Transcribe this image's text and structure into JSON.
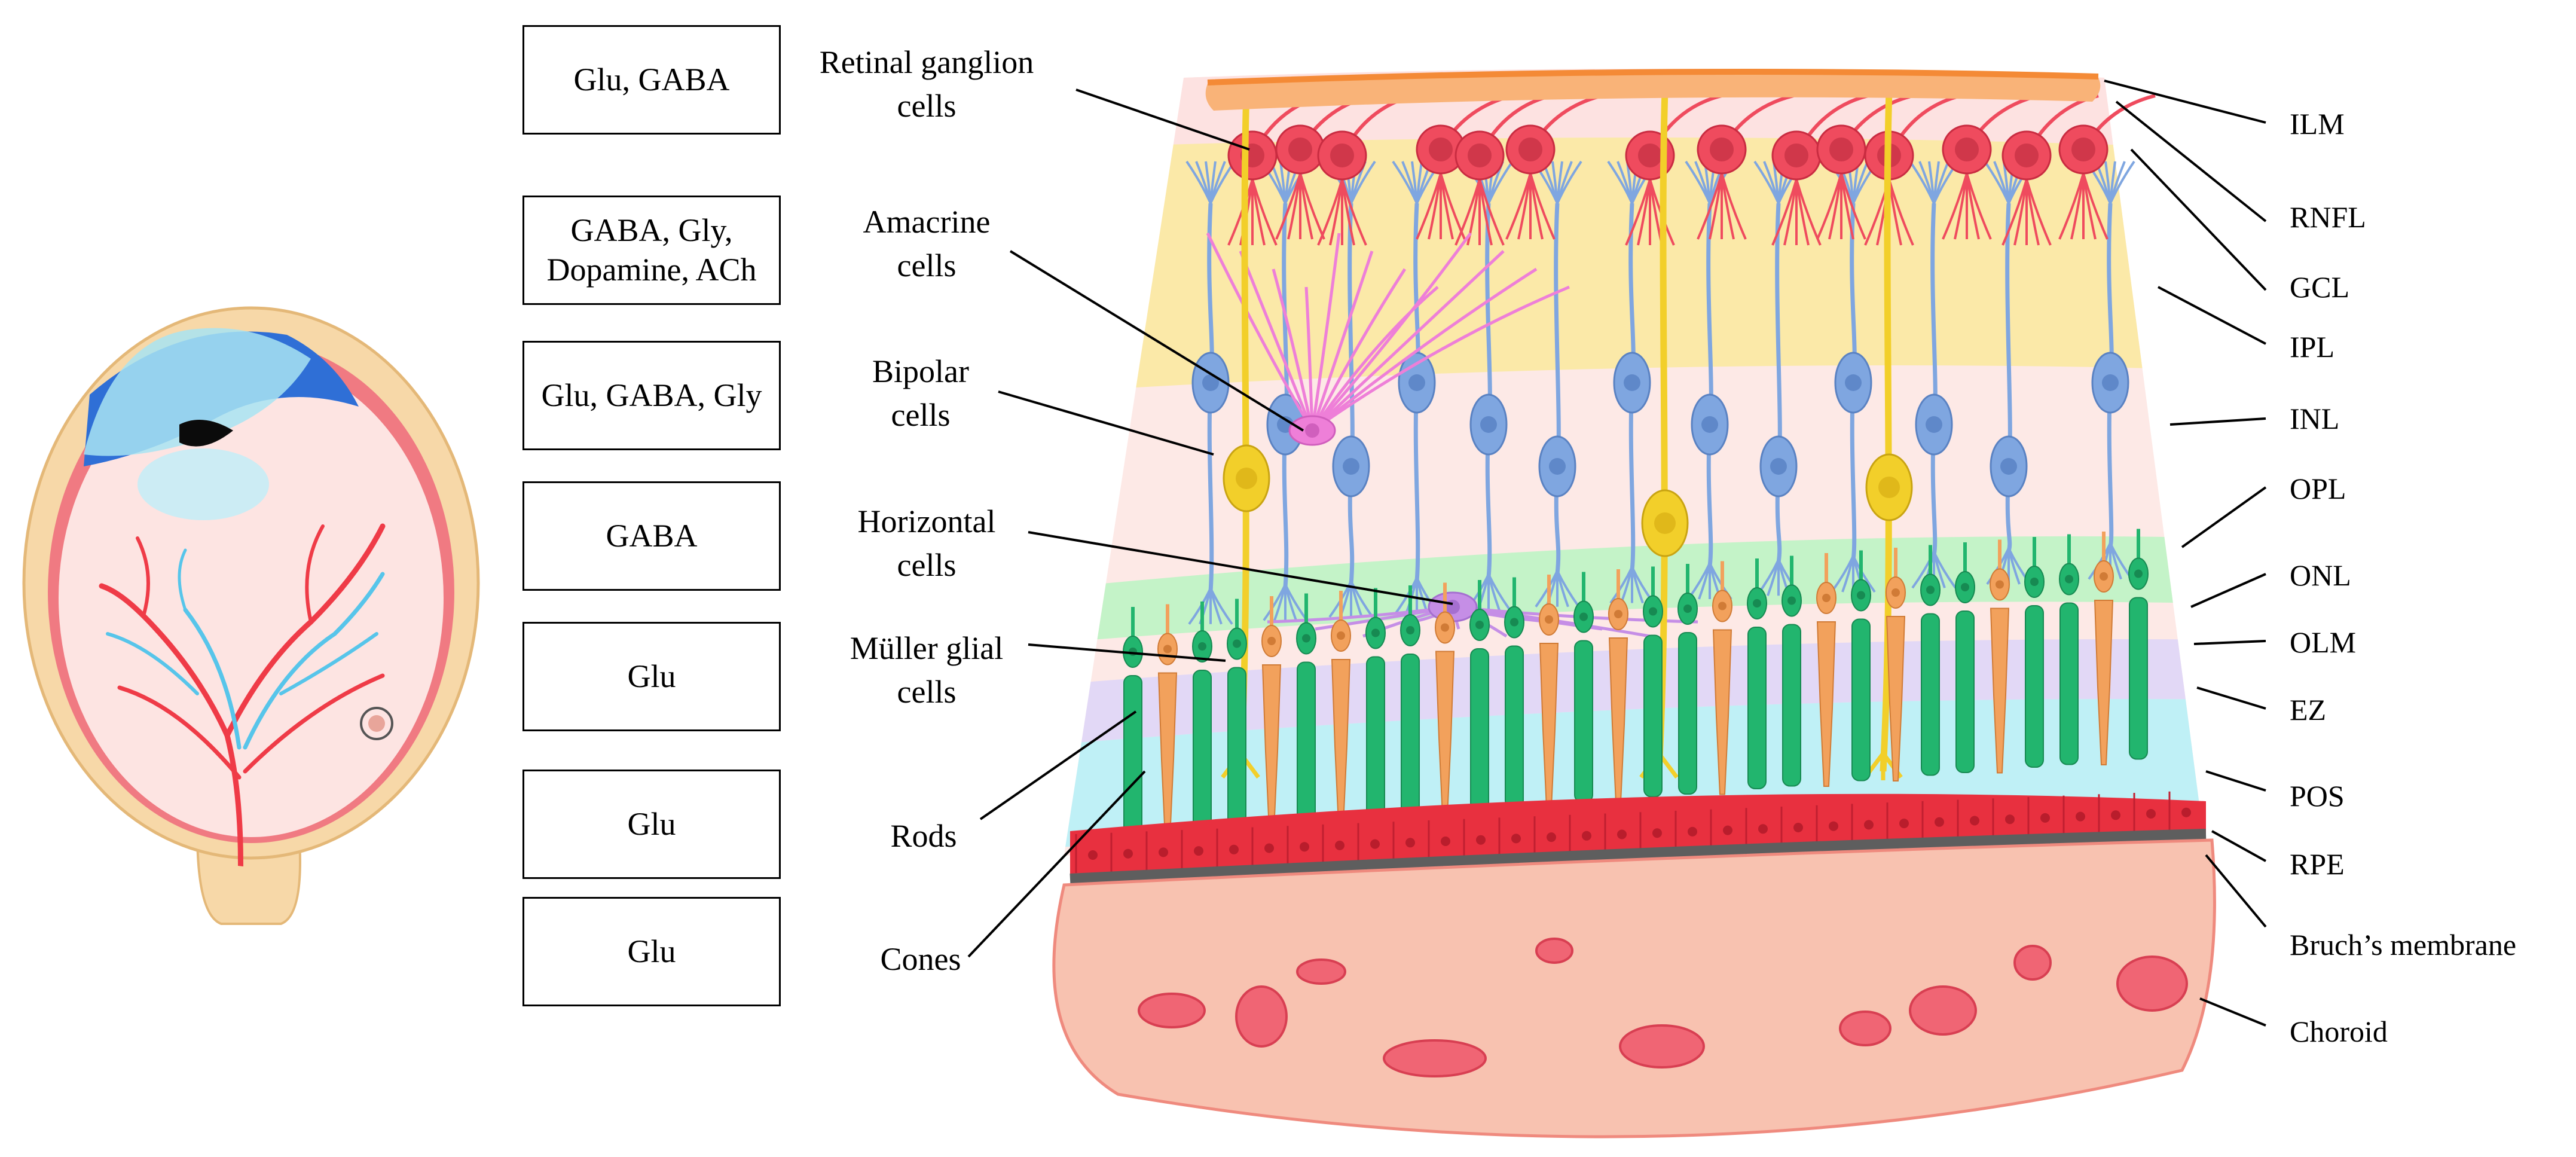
{
  "neurotransmitter_boxes": [
    "Glu, GABA",
    "GABA, Gly, Dopamine, ACh",
    "Glu, GABA, Gly",
    "GABA",
    "Glu",
    "Glu",
    "Glu"
  ],
  "cell_labels": {
    "ganglion": "Retinal ganglion cells",
    "amacrine": "Amacrine cells",
    "bipolar": "Bipolar cells",
    "horizontal": "Horizontal cells",
    "muller": "Müller glial cells",
    "rods": "Rods",
    "cones": "Cones"
  },
  "layer_labels": {
    "ilm": "ILM",
    "rnfl": "RNFL",
    "gcl": "GCL",
    "ipl": "IPL",
    "inl": "INL",
    "opl": "OPL",
    "onl": "ONL",
    "olm": "OLM",
    "ez": "EZ",
    "pos": "POS",
    "rpe": "RPE",
    "bruch": "Bruch’s membrane",
    "choroid": "Choroid"
  },
  "colors": {
    "ganglion": "#ef4b5e",
    "amacrine": "#ee7fd8",
    "bipolar": "#7fa6e0",
    "horizontal": "#c58ee6",
    "muller": "#f2cf2a",
    "rods": "#22b56e",
    "cones": "#f2a15c",
    "rpe": "#e8303f",
    "choroid": "#f8c2b0",
    "band_ipl": "#fbe9a8",
    "band_opl": "#c4f3c8",
    "band_pos": "#bff0f6",
    "band_ez": "#e2d8f6",
    "band_inl": "#fde9e6",
    "rnfl": "#f9b378",
    "vessel_red": "#ef3b47",
    "vessel_blue": "#57c5ea"
  }
}
